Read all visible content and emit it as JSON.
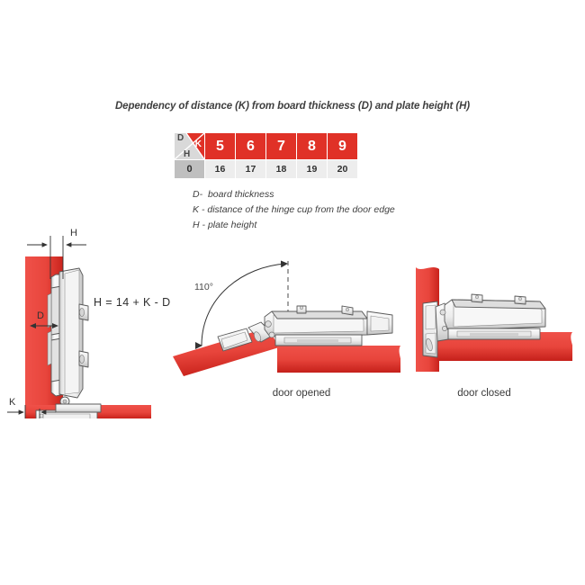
{
  "title": "Dependency of distance (K) from board thickness (D) and plate height (H)",
  "table": {
    "corner": {
      "row_label": "D",
      "col_label": "H",
      "diag_label": "K"
    },
    "col_headers": [
      "5",
      "6",
      "7",
      "8",
      "9"
    ],
    "rows": [
      {
        "head": "0",
        "values": [
          "16",
          "17",
          "18",
          "19",
          "20"
        ]
      }
    ]
  },
  "legend": {
    "items": [
      {
        "symbol": "D",
        "dash": "-",
        "text": "board thickness"
      },
      {
        "symbol": "K",
        "dash": "-",
        "text": "distance of the hinge cup from the door edge"
      },
      {
        "symbol": "H",
        "dash": "-",
        "text": "plate height"
      }
    ]
  },
  "figures": {
    "left": {
      "dim_h": "H",
      "dim_d": "D",
      "dim_k": "K",
      "formula": "H = 14 + K - D"
    },
    "middle": {
      "angle": "110°",
      "caption": "door opened"
    },
    "right": {
      "caption": "door closed"
    }
  },
  "colors": {
    "red": "#e8453c",
    "red_dark": "#c9231c",
    "header_red": "#e03127",
    "gray_light": "#ededed",
    "gray_mid": "#bfbfbf",
    "metal_light": "#f2f2f2",
    "metal_mid": "#d8d8d8",
    "outline": "#4a4a4a",
    "text": "#3a3a3a"
  }
}
